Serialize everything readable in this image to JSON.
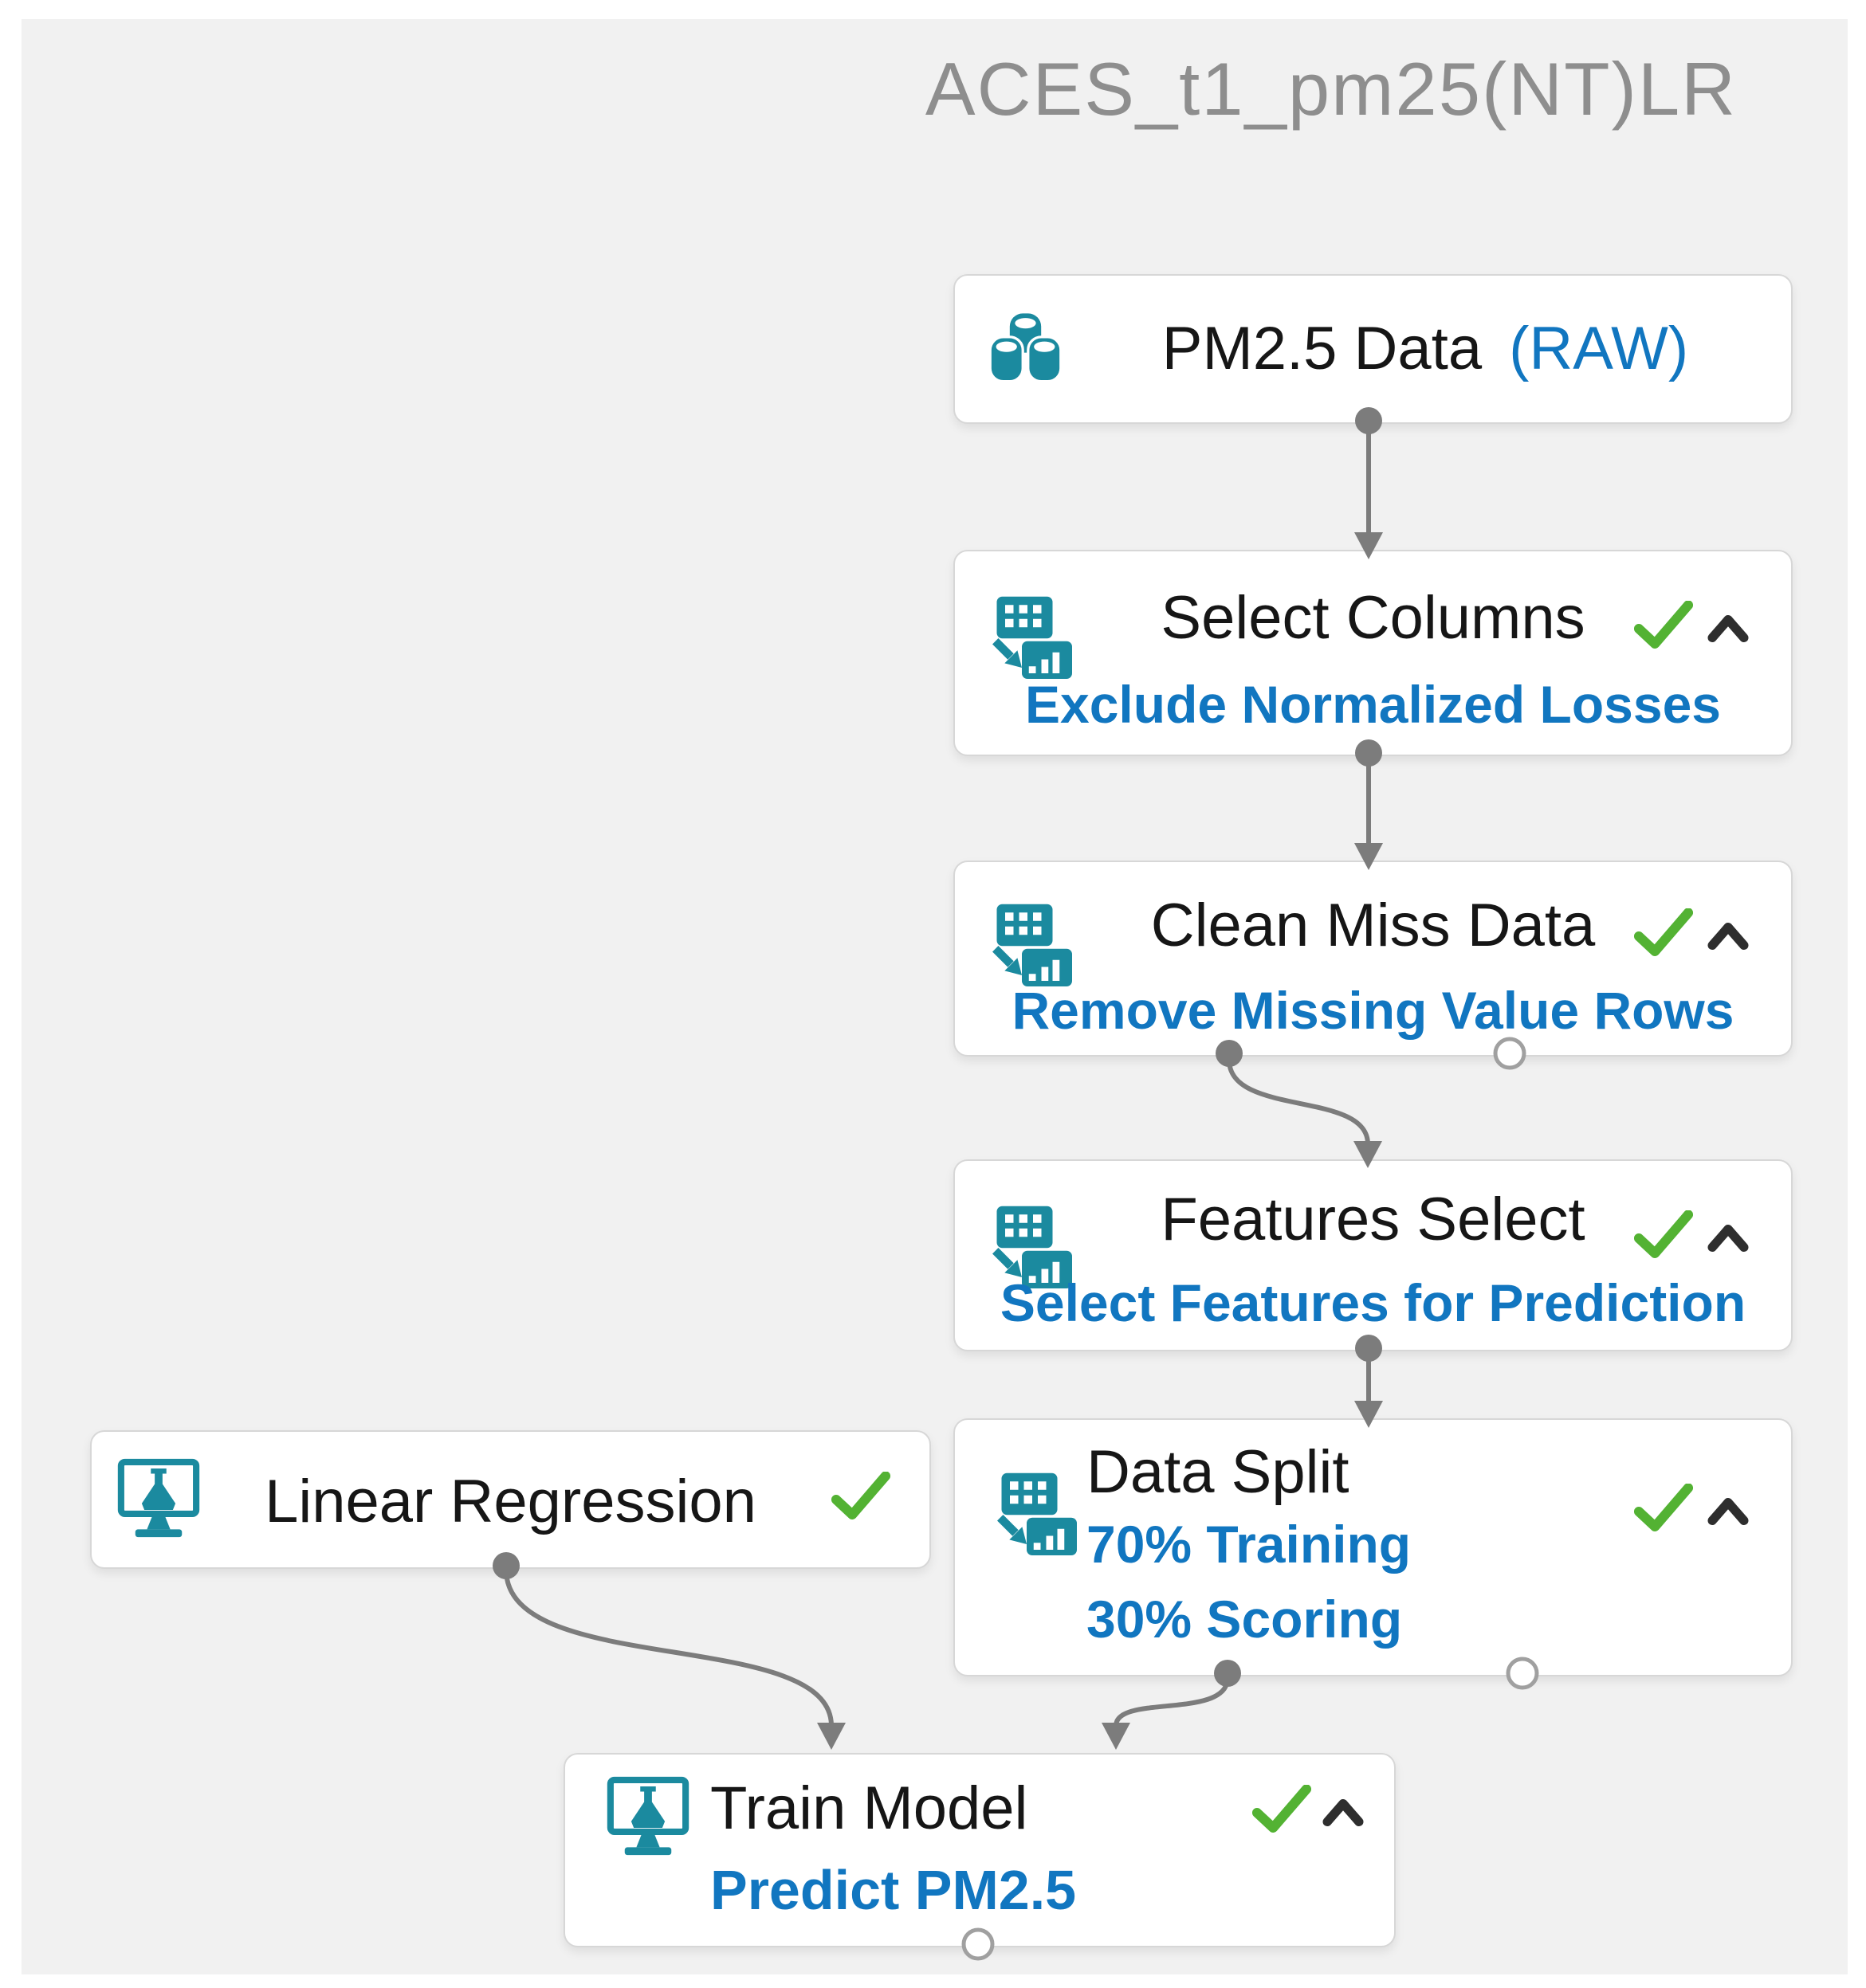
{
  "experiment_title": "ACES_t1_pm25(NT)LR",
  "nodes": [
    {
      "name": "pm25-data",
      "title": "PM2.5 Data",
      "suffix": "(RAW)",
      "icon": "dataset-barrels-icon"
    },
    {
      "name": "select-columns",
      "title": "Select Columns",
      "subtitle": "Exclude Normalized Losses",
      "icon": "data-transform-icon",
      "status_icon": "success-check-icon",
      "collapse_icon": "chevron-up-icon"
    },
    {
      "name": "clean-miss-data",
      "title": "Clean Miss Data",
      "subtitle": "Remove Missing Value Rows",
      "icon": "data-transform-icon",
      "status_icon": "success-check-icon",
      "collapse_icon": "chevron-up-icon"
    },
    {
      "name": "features-select",
      "title": "Features Select",
      "subtitle": "Select Features for Prediction",
      "icon": "data-transform-icon",
      "status_icon": "success-check-icon",
      "collapse_icon": "chevron-up-icon"
    },
    {
      "name": "data-split",
      "title": "Data Split",
      "line1": "70% Training",
      "line2": "30% Scoring",
      "icon": "data-transform-icon",
      "status_icon": "success-check-icon",
      "collapse_icon": "chevron-up-icon"
    },
    {
      "name": "linear-regression",
      "title": "Linear Regression",
      "icon": "ml-model-icon",
      "status_icon": "success-check-icon"
    },
    {
      "name": "train-model",
      "title": "Train Model",
      "subtitle": "Predict PM2.5",
      "icon": "ml-model-icon",
      "status_icon": "success-check-icon",
      "collapse_icon": "chevron-up-icon"
    }
  ],
  "edges": [
    {
      "from": "pm25-data",
      "to": "select-columns"
    },
    {
      "from": "select-columns",
      "to": "clean-miss-data"
    },
    {
      "from": "clean-miss-data",
      "to": "features-select"
    },
    {
      "from": "features-select",
      "to": "data-split"
    },
    {
      "from": "linear-regression",
      "to": "train-model"
    },
    {
      "from": "data-split",
      "to": "train-model"
    }
  ],
  "colors": {
    "canvas_bg": "#f1f1f1",
    "node_border": "#d7d7d7",
    "icon_teal": "#1b8a9f",
    "text_blue": "#1176c0",
    "title_gray": "#8e8e8e",
    "connector_gray": "#7c7c7c",
    "check_green": "#53b233",
    "chevron_dark": "#2e2e2e"
  }
}
